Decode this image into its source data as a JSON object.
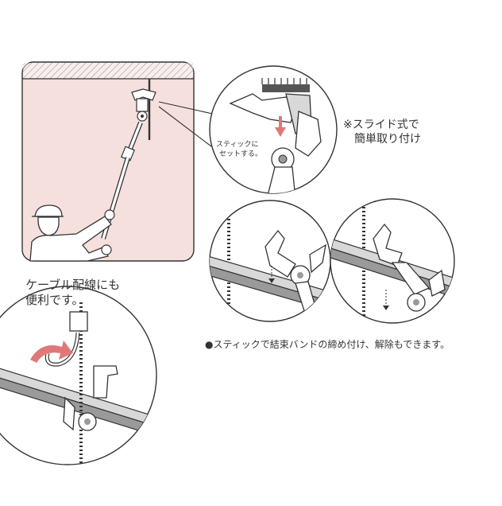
{
  "labels": {
    "set_line1": "スティックに",
    "set_line2": "セットする。",
    "slide_line1": "※スライド式で",
    "slide_line2": "簡単取り付け",
    "cable_line1": "ケーブル配線にも",
    "cable_line2": "便利です。",
    "bottom_note": "●スティックで結束バンドの締め付け、解除もできます。"
  },
  "colors": {
    "room_fill": "#f5e0de",
    "outline": "#333333",
    "accent_arrow": "#e07878",
    "metal_gray": "#9a9a9a",
    "dark_gray": "#555555",
    "light_gray": "#d8d8d8"
  }
}
